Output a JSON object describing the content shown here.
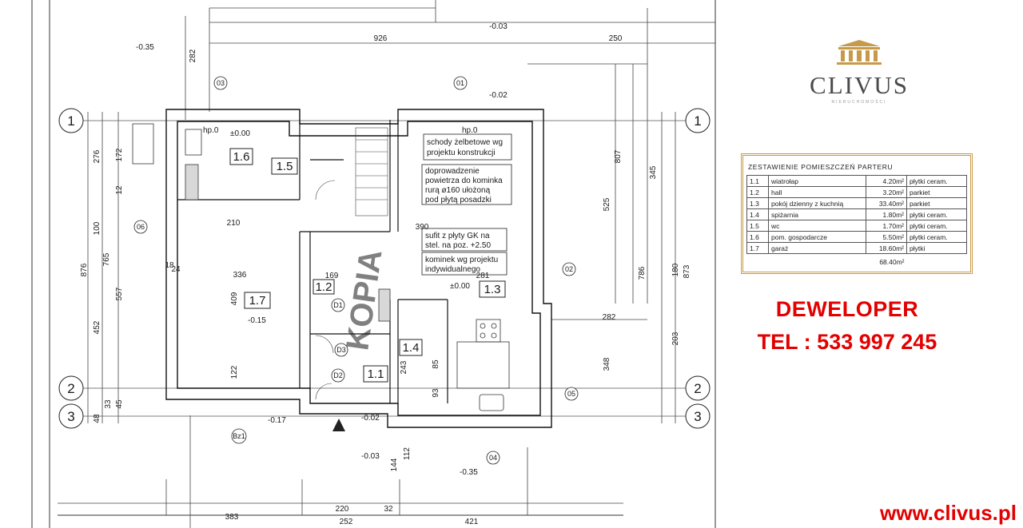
{
  "brand": {
    "name": "CLIVUS",
    "tagline": "NIERUCHOMOŚCI",
    "color": "#4a4a4a",
    "accent": "#c79a4a"
  },
  "room_table": {
    "title": "ZESTAWIENIE POMIESZCZEŃ PARTERU",
    "rows": [
      {
        "num": "1.1",
        "name": "wiatrołap",
        "area": "4.20m²",
        "floor": "płytki ceram."
      },
      {
        "num": "1.2",
        "name": "hall",
        "area": "3.20m²",
        "floor": "parkiet"
      },
      {
        "num": "1.3",
        "name": "pokój dzienny z kuchnią",
        "area": "33.40m²",
        "floor": "parkiet"
      },
      {
        "num": "1.4",
        "name": "spiżarnia",
        "area": "1.80m²",
        "floor": "płytki ceram."
      },
      {
        "num": "1.5",
        "name": "wc",
        "area": "1.70m²",
        "floor": "płytki ceram."
      },
      {
        "num": "1.6",
        "name": "pom. gospodarcze",
        "area": "5.50m²",
        "floor": "płytki ceram."
      },
      {
        "num": "1.7",
        "name": "garaż",
        "area": "18.60m²",
        "floor": "płytki"
      }
    ],
    "total": "68.40m²"
  },
  "developer": {
    "label": "DEWELOPER",
    "phone": "TEL : 533 997 245",
    "website": "www.clivus.pl",
    "color": "#e30000"
  },
  "plan": {
    "axes": {
      "a1": "1",
      "a2": "2",
      "a3": "3"
    },
    "rooms": {
      "r17": "1.7",
      "r16": "1.6",
      "r15": "1.5",
      "r12": "1.2",
      "r13": "1.3",
      "r14": "1.4",
      "r11": "1.1"
    },
    "levels": {
      "l1": "-0.35",
      "l2": "-0.03",
      "l3": "-0.02",
      "l4": "±0.00",
      "l5": "±0.00",
      "l6": "-0.15",
      "l7": "-0.17",
      "l8": "-0.02",
      "l9": "-0.03",
      "l10": "-0.35",
      "l11": "hp.0",
      "l12": "hp.0"
    },
    "notes": {
      "n1a": "schody żelbetowe wg",
      "n1b": "projektu konstrukcji",
      "n2a": "doprowadzenie",
      "n2b": "powietrza do kominka",
      "n2c": "rurą ø160 ułożoną",
      "n2d": "pod płytą posadzki",
      "n3a": "sufit z płyty GK na",
      "n3b": "stel. na poz. +2.50",
      "n4a": "kominek wg projektu",
      "n4b": "indywidualnego"
    },
    "tags": {
      "t1": "01",
      "t2": "02",
      "t3": "03",
      "t4": "04",
      "t5": "05",
      "t6": "06",
      "t7": "Bz1",
      "t8": "D1",
      "t9": "D2",
      "t10": "D3"
    },
    "dims": {
      "d_926": "926",
      "d_250": "250",
      "d_282a": "282",
      "d_282b": "282",
      "d_807": "807",
      "d_525": "525",
      "d_345": "345",
      "d_876": "876",
      "d_765": "765",
      "d_557": "557",
      "d_452": "452",
      "d_276": "276",
      "d_172": "172",
      "d_100": "100",
      "d_12": "12",
      "d_210": "210",
      "d_336": "336",
      "d_409": "409",
      "d_122": "122",
      "d_390": "390",
      "d_281": "281",
      "d_169": "169",
      "d_786": "786",
      "d_873": "873",
      "d_203": "203",
      "d_348": "348",
      "d_180": "180",
      "d_383": "383",
      "d_220": "220",
      "d_252": "252",
      "d_421": "421",
      "d_32": "32",
      "d_144": "144",
      "d_112": "112",
      "d_243": "243",
      "d_85": "85",
      "d_93": "93",
      "d_24": "24",
      "d_18": "18",
      "d_45": "45",
      "d_33": "33",
      "d_48": "48"
    }
  }
}
